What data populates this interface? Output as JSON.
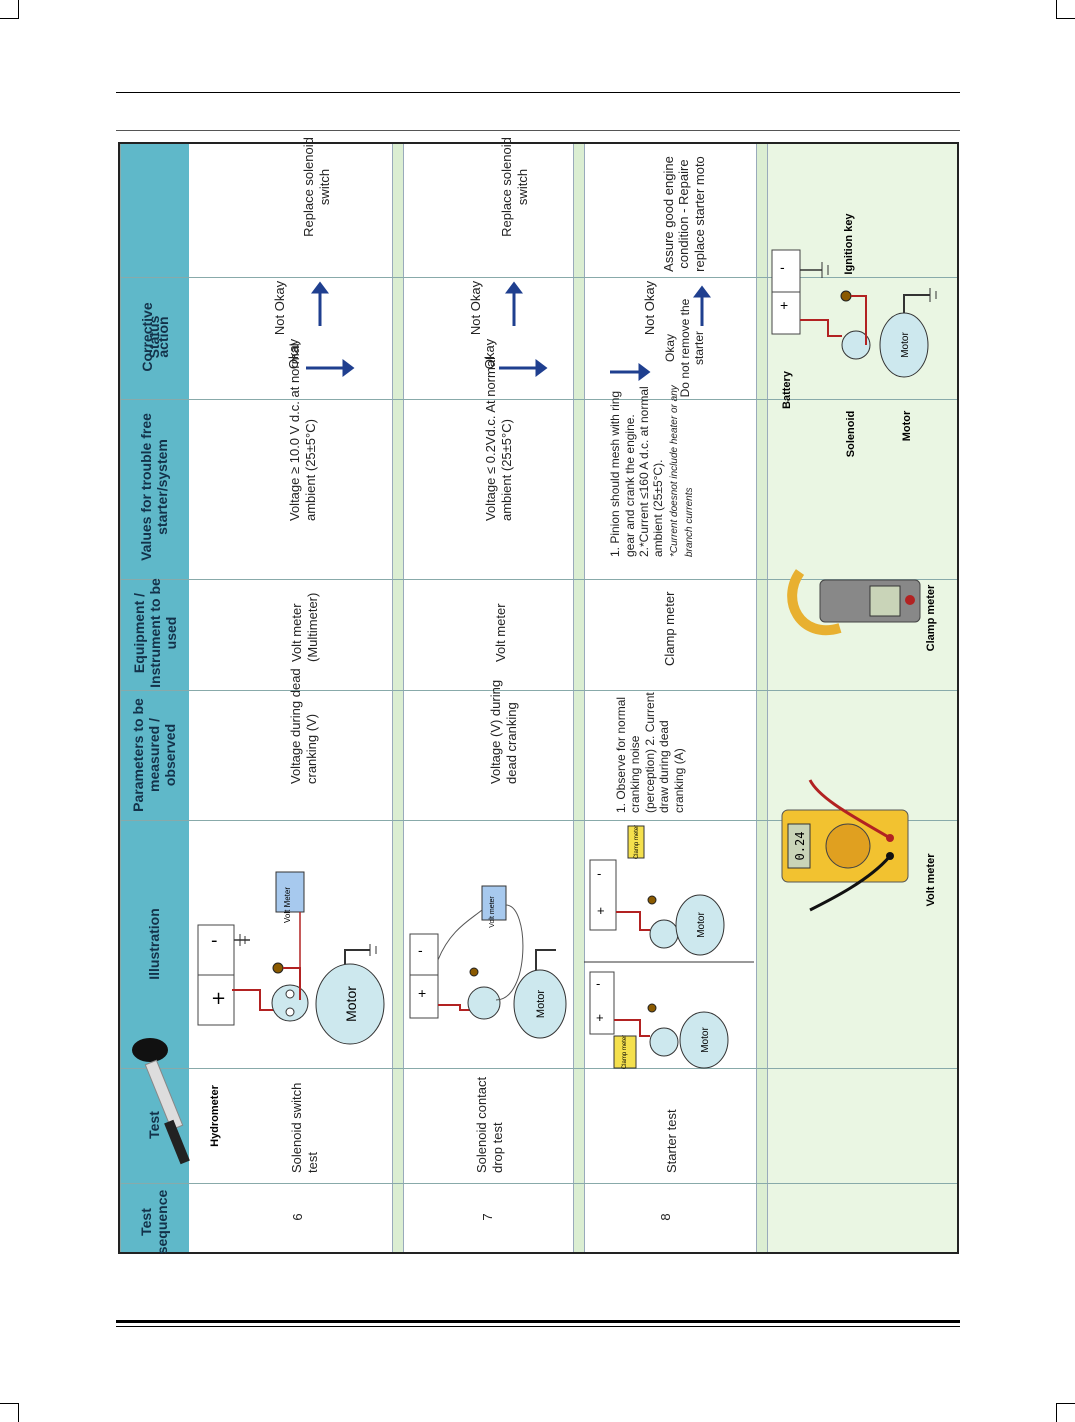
{
  "headers": {
    "seq": "Test sequence",
    "test": "Test",
    "illustration": "Illustration",
    "params": "Parameters to be measured / observed",
    "equipment": "Equipment / Instrument to be used",
    "values": "Values for trouble free starter/system",
    "status": "Status",
    "action": "Corrective action"
  },
  "rows": [
    {
      "seq": "6",
      "test": "Solenoid switch test",
      "params": "Voltage during dead cranking (V)",
      "equipment": "Volt meter (Multimeter)",
      "values": "Voltage ≥ 10.0 V d.c. at normal ambient (25±5°C)",
      "status_ok": "Okay",
      "status_not": "Not Okay",
      "action": "Replace solenoid switch",
      "meter_label": "Volt Meter"
    },
    {
      "seq": "7",
      "test": "Solenoid contact drop test",
      "params": "Voltage (V) during dead cranking",
      "equipment": "Volt meter",
      "values": "Voltage ≤ 0.2Vd.c. At normal ambient (25±5°C)",
      "status_ok": "Okay",
      "status_not": "Not Okay",
      "action": "Replace solenoid switch",
      "meter_label": "Volt meter"
    },
    {
      "seq": "8",
      "test": "Starter test",
      "params": "1. Observe for normal cranking noise (perception) 2. Current draw during dead cranking (A)",
      "equipment": "Clamp meter",
      "values": "1. Pinion should mesh with ring gear and crank the engine. 2.*Current ≤160 A d.c. at normal ambient (25±5°C).",
      "values_note": "*Current doesnot include heater or any branch currents",
      "status_ok": "Okay",
      "status_ok_note": "Do not remove the starter",
      "status_not": "Not Okay",
      "action": "Assure good engine condition - Repaire replace starter moto",
      "meter_label": "Clamp meter"
    }
  ],
  "diagram": {
    "motor": "Motor",
    "plus": "+",
    "minus": "-"
  },
  "tools": {
    "hydrometer": "Hydrometer",
    "voltmeter": "Volt meter",
    "voltmeter_display": "0.24",
    "clamp": "Clamp meter",
    "battery": "Battery",
    "solenoid": "Solenoid",
    "motor": "Motor",
    "ignition": "Ignition key",
    "motor_circle": "Motor"
  },
  "colors": {
    "header_bg": "#5fb8c9",
    "separator": "#dbeed2",
    "arrow": "#1f3f8f",
    "wire": "#b22222"
  }
}
